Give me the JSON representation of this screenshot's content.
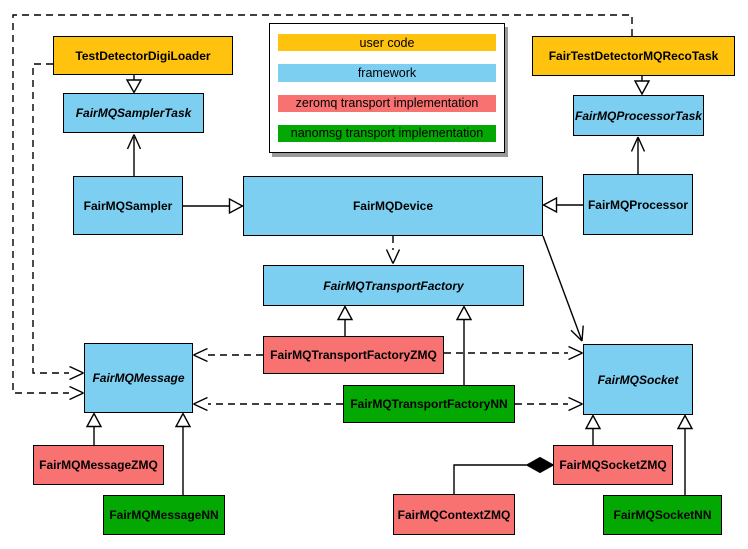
{
  "colors": {
    "user_code": "#FFC20E",
    "framework": "#7DCFF2",
    "zeromq": "#F87272",
    "nanomsg": "#03A803",
    "line": "#000000",
    "legend_shadow": "#9A9A9A"
  },
  "legend": {
    "items": [
      {
        "label": "user code",
        "color": "#FFC20E"
      },
      {
        "label": "framework",
        "color": "#7DCFF2"
      },
      {
        "label": "zeromq transport implementation",
        "color": "#F87272"
      },
      {
        "label": "nanomsg transport implementation",
        "color": "#03A803"
      }
    ]
  },
  "nodes": [
    {
      "id": "TestDetectorDigiLoader",
      "label": "TestDetectorDigiLoader",
      "category": "user code",
      "abstract": false
    },
    {
      "id": "FairTestDetectorMQRecoTask",
      "label": "FairTestDetectorMQRecoTask",
      "category": "user code",
      "abstract": false
    },
    {
      "id": "FairMQSamplerTask",
      "label": "FairMQSamplerTask",
      "category": "framework",
      "abstract": true
    },
    {
      "id": "FairMQProcessorTask",
      "label": "FairMQProcessorTask",
      "category": "framework",
      "abstract": true
    },
    {
      "id": "FairMQSampler",
      "label": "FairMQSampler",
      "category": "framework",
      "abstract": false
    },
    {
      "id": "FairMQDevice",
      "label": "FairMQDevice",
      "category": "framework",
      "abstract": false
    },
    {
      "id": "FairMQProcessor",
      "label": "FairMQProcessor",
      "category": "framework",
      "abstract": false
    },
    {
      "id": "FairMQTransportFactory",
      "label": "FairMQTransportFactory",
      "category": "framework",
      "abstract": true
    },
    {
      "id": "FairMQTransportFactoryZMQ",
      "label": "FairMQTransportFactoryZMQ",
      "category": "zeromq transport implementation",
      "abstract": false
    },
    {
      "id": "FairMQTransportFactoryNN",
      "label": "FairMQTransportFactoryNN",
      "category": "nanomsg transport implementation",
      "abstract": false
    },
    {
      "id": "FairMQMessage",
      "label": "FairMQMessage",
      "category": "framework",
      "abstract": true
    },
    {
      "id": "FairMQSocket",
      "label": "FairMQSocket",
      "category": "framework",
      "abstract": true
    },
    {
      "id": "FairMQMessageZMQ",
      "label": "FairMQMessageZMQ",
      "category": "zeromq transport implementation",
      "abstract": false
    },
    {
      "id": "FairMQMessageNN",
      "label": "FairMQMessageNN",
      "category": "nanomsg transport implementation",
      "abstract": false
    },
    {
      "id": "FairMQContextZMQ",
      "label": "FairMQContextZMQ",
      "category": "zeromq transport implementation",
      "abstract": false
    },
    {
      "id": "FairMQSocketZMQ",
      "label": "FairMQSocketZMQ",
      "category": "zeromq transport implementation",
      "abstract": false
    },
    {
      "id": "FairMQSocketNN",
      "label": "FairMQSocketNN",
      "category": "nanomsg transport implementation",
      "abstract": false
    }
  ],
  "edges": [
    {
      "from": "TestDetectorDigiLoader",
      "to": "FairMQSamplerTask",
      "type": "inheritance"
    },
    {
      "from": "FairTestDetectorMQRecoTask",
      "to": "FairMQProcessorTask",
      "type": "inheritance"
    },
    {
      "from": "FairMQSampler",
      "to": "FairMQDevice",
      "type": "inheritance"
    },
    {
      "from": "FairMQProcessor",
      "to": "FairMQDevice",
      "type": "inheritance"
    },
    {
      "from": "FairMQSampler",
      "to": "FairMQSamplerTask",
      "type": "association"
    },
    {
      "from": "FairMQProcessor",
      "to": "FairMQProcessorTask",
      "type": "association"
    },
    {
      "from": "FairMQDevice",
      "to": "FairMQTransportFactory",
      "type": "dependency"
    },
    {
      "from": "FairMQDevice",
      "to": "FairMQSocket",
      "type": "association"
    },
    {
      "from": "FairMQTransportFactoryZMQ",
      "to": "FairMQTransportFactory",
      "type": "inheritance"
    },
    {
      "from": "FairMQTransportFactoryNN",
      "to": "FairMQTransportFactory",
      "type": "inheritance"
    },
    {
      "from": "FairMQTransportFactoryZMQ",
      "to": "FairMQMessage",
      "type": "dependency"
    },
    {
      "from": "FairMQTransportFactoryZMQ",
      "to": "FairMQSocket",
      "type": "dependency"
    },
    {
      "from": "FairMQTransportFactoryNN",
      "to": "FairMQMessage",
      "type": "dependency"
    },
    {
      "from": "FairMQTransportFactoryNN",
      "to": "FairMQSocket",
      "type": "dependency"
    },
    {
      "from": "TestDetectorDigiLoader",
      "to": "FairMQMessage",
      "type": "dependency"
    },
    {
      "from": "FairTestDetectorMQRecoTask",
      "to": "FairMQMessage",
      "type": "dependency"
    },
    {
      "from": "FairMQMessageZMQ",
      "to": "FairMQMessage",
      "type": "inheritance"
    },
    {
      "from": "FairMQMessageNN",
      "to": "FairMQMessage",
      "type": "inheritance"
    },
    {
      "from": "FairMQSocketZMQ",
      "to": "FairMQSocket",
      "type": "inheritance"
    },
    {
      "from": "FairMQSocketNN",
      "to": "FairMQSocket",
      "type": "inheritance"
    },
    {
      "from": "FairMQSocketZMQ",
      "to": "FairMQContextZMQ",
      "type": "composition"
    }
  ]
}
